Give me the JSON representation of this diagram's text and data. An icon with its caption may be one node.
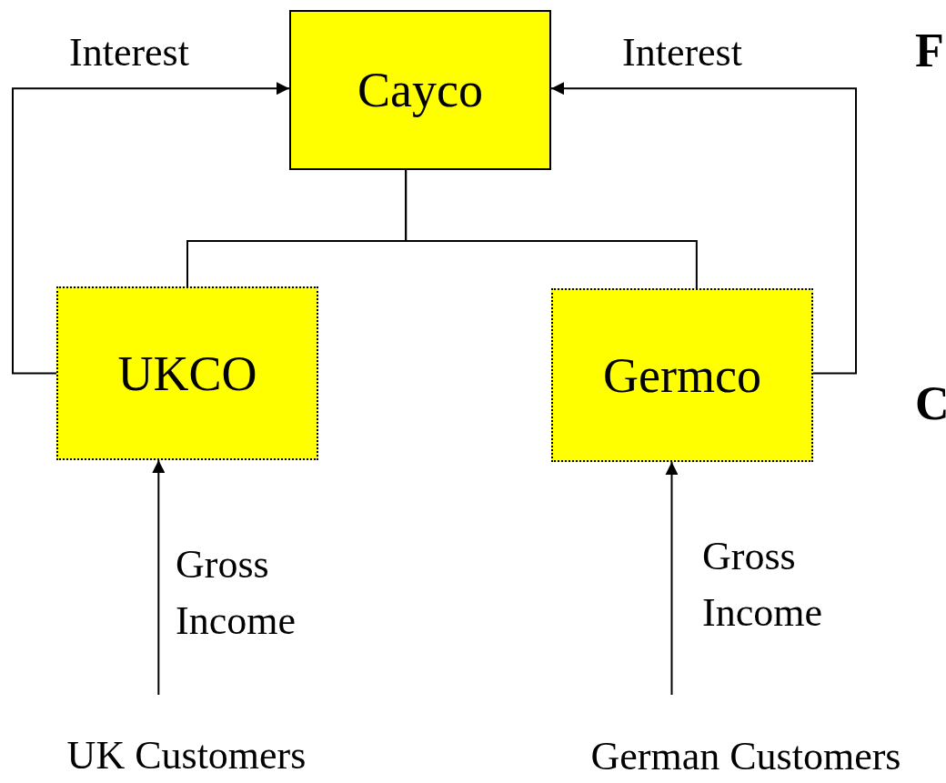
{
  "diagram": {
    "nodes": [
      {
        "text": [
          "Cayco"
        ]
      },
      {
        "text": [
          "UKCO"
        ]
      },
      {
        "text": [
          "Germco"
        ]
      },
      {
        "text": [
          "UK Customers"
        ]
      },
      {
        "text": [
          "German Customers"
        ]
      }
    ],
    "edges": [
      {
        "from": 1,
        "to": 0,
        "arrow": "to",
        "label": "Interest"
      },
      {
        "from": 2,
        "to": 0,
        "arrow": "to",
        "label": "Interest"
      },
      {
        "from": 0,
        "to": 1,
        "arrow": "none"
      },
      {
        "from": 0,
        "to": 2,
        "arrow": "none"
      },
      {
        "from": 3,
        "to": 1,
        "arrow": "to",
        "label": "Gross Income"
      },
      {
        "from": 4,
        "to": 2,
        "arrow": "to",
        "label": "Gross Income"
      }
    ],
    "labels": [
      "F",
      "C"
    ]
  }
}
